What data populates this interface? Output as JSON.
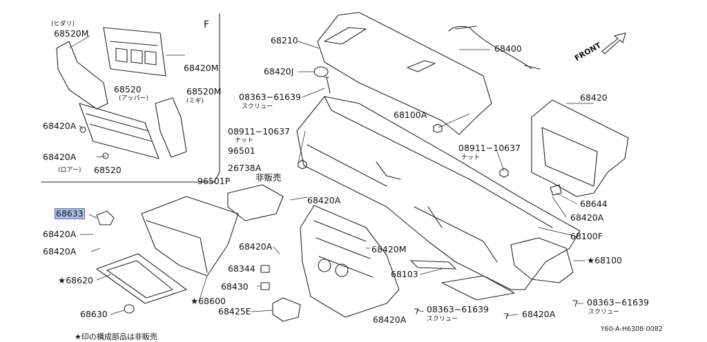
{
  "diagram": {
    "view_letter": "F",
    "front_arrow": "FRONT",
    "labels": {
      "hidari_note": "(ヒダリ)",
      "p68520M_a": "68520M",
      "p68420M_a": "68420M",
      "p68520": "68520",
      "appa": "(アッパー)",
      "p68520M_b": "68520M",
      "migi": "(ミギ)",
      "p68420A_1": "68420A",
      "p68420A_2": "68420A",
      "roa_note": "(ロアー)",
      "p68520_b": "68520",
      "p68210": "68210",
      "p68420J": "68420J",
      "p08363_1": "08363−61639",
      "screw_1": "スクリュー",
      "p68100A": "68100A",
      "p68400": "68400",
      "p68420": "68420",
      "p08911_1": "08911−10637",
      "nut_1": "ナット",
      "p96501": "96501",
      "p26738A": "26738A",
      "p96501P": "96501P",
      "hihanbai": "非販売",
      "p08911_2": "08911−10637",
      "nut_2": "ナット",
      "p68644": "68644",
      "p68420A_3": "68420A",
      "p68420A_4": "68420A",
      "p68633": "68633",
      "p68420A_5": "68420A",
      "p68420A_6": "68420A",
      "p68100F": "68100F",
      "p68420A_7": "68420A",
      "p68420M_b": "68420M",
      "p68100": "★68100",
      "p68620": "★68620",
      "p68344": "68344",
      "p68430": "68430",
      "p68103": "68103",
      "p68600": "★68600",
      "p68630": "68630",
      "p68425E": "68425E",
      "p68420A_8": "68420A",
      "p08363_2": "08363−61639",
      "screw_2": "スクリュー",
      "p68420A_9": "68420A",
      "p08363_3": "08363−61639",
      "screw_3": "スクリュー"
    },
    "footnote": "★印の構成部品は非販売",
    "drawing_code": "Y60-A-H6308-0082",
    "highlight_color": "#aebfe8"
  }
}
